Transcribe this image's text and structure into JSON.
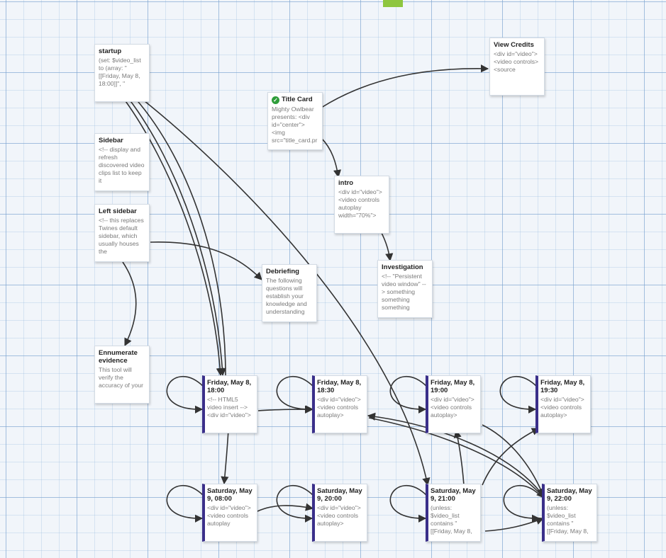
{
  "app": {
    "title": ""
  },
  "passages": [
    {
      "key": "startup",
      "title": "startup",
      "excerpt": "(set: $video_list to (array: \"[[Friday, May 8, 18:00]]\", \"",
      "start": false
    },
    {
      "key": "view-credits",
      "title": "View Credits",
      "excerpt": "<div id=\"video\"> <video controls> <source",
      "start": false
    },
    {
      "key": "title-card",
      "title": "Title Card",
      "excerpt": "Mighty Owlbear presents: <div id=\"center\"> <img src=\"title_card.pr",
      "start": true
    },
    {
      "key": "sidebar",
      "title": "Sidebar",
      "excerpt": "<!-- display and refresh discovered video clips list to keep it",
      "start": false
    },
    {
      "key": "intro",
      "title": "intro",
      "excerpt": "<div id=\"video\"> <video controls autoplay width=\"70%\">",
      "start": false
    },
    {
      "key": "left-sidebar",
      "title": "Left sidebar",
      "excerpt": "<!-- this replaces Twines default sidebar, which usually houses the",
      "start": false
    },
    {
      "key": "debriefing",
      "title": "Debriefing",
      "excerpt": "The following questions will establish your knowledge and understanding",
      "start": false
    },
    {
      "key": "investigation",
      "title": "Investigation",
      "excerpt": "<!-- \"Persistent video window\" --> something something something",
      "start": false
    },
    {
      "key": "ennumerate-evidence",
      "title": "Ennumerate evidence",
      "excerpt": "This tool will verify the accuracy of your",
      "start": false
    },
    {
      "key": "fri-1800",
      "title": "Friday, May 8, 18:00",
      "excerpt": "<!-- HTML5 video insert --> <div id=\"video\">",
      "start": false
    },
    {
      "key": "fri-1830",
      "title": "Friday, May 8, 18:30",
      "excerpt": "<div id=\"video\"> <video controls autoplay>",
      "start": false
    },
    {
      "key": "fri-1900",
      "title": "Friday, May 8, 19:00",
      "excerpt": "<div id=\"video\"> <video controls autoplay>",
      "start": false
    },
    {
      "key": "fri-1930",
      "title": "Friday, May 8, 19:30",
      "excerpt": "<div id=\"video\"> <video controls autoplay>",
      "start": false
    },
    {
      "key": "sat-0800",
      "title": "Saturday, May 9, 08:00",
      "excerpt": "<div id=\"video\"> <video controls autoplay",
      "start": false
    },
    {
      "key": "sat-2000",
      "title": "Saturday, May 9, 20:00",
      "excerpt": "<div id=\"video\"> <video controls autoplay>",
      "start": false
    },
    {
      "key": "sat-2100",
      "title": "Saturday, May 9, 21:00",
      "excerpt": "(unless: $video_list contains \"[[Friday, May 8,",
      "start": false
    },
    {
      "key": "sat-2200",
      "title": "Saturday, May 9, 22:00",
      "excerpt": "(unless: $video_list contains \"[[Friday, May 8,",
      "start": false
    }
  ],
  "colors": {
    "grid": "#78a0cd",
    "canvas": "#f1f5fa",
    "passage_accent": "#3a2f8a",
    "start_badge": "#2e9d3a",
    "link": "#333333",
    "top_marker": "#8ec63f"
  }
}
